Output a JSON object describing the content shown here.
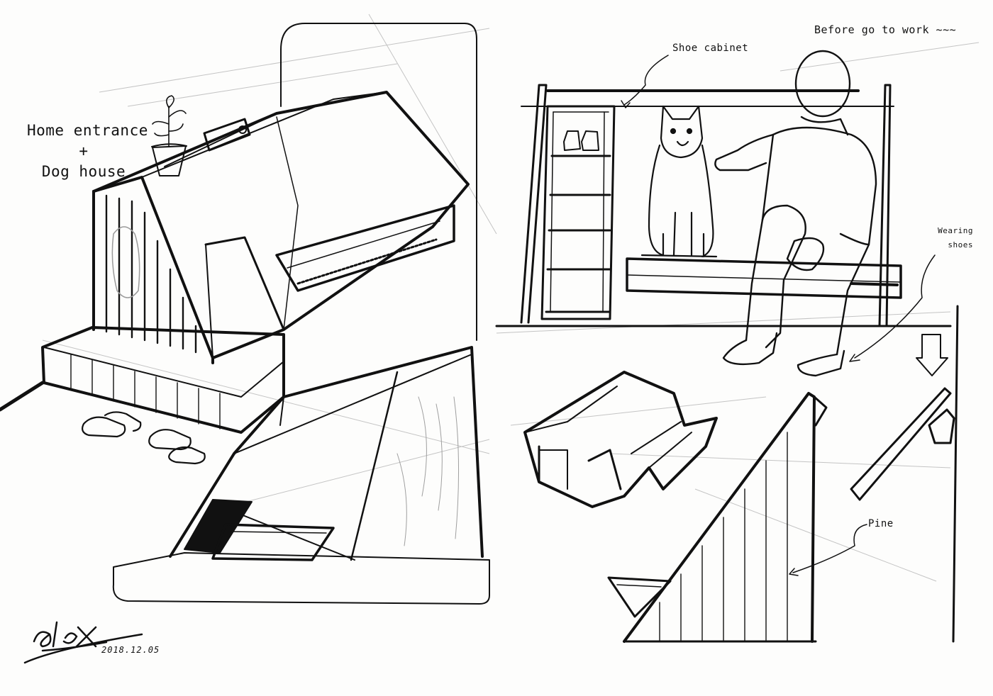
{
  "annotations": {
    "home_entrance_line1": "Home entrance",
    "home_entrance_line2": "+",
    "home_entrance_line3": "Dog house",
    "shoe_cabinet": "Shoe cabinet",
    "before_work": "Before go to work ~~~",
    "wearing_line1": "Wearing",
    "wearing_line2": "shoes",
    "pine": "Pine"
  },
  "signature": {
    "name": "alex xiao",
    "date": "2018.12.05"
  },
  "style": {
    "ink": "#111111",
    "pencil": "#b8b8b8",
    "paper": "#fdfdfc"
  }
}
